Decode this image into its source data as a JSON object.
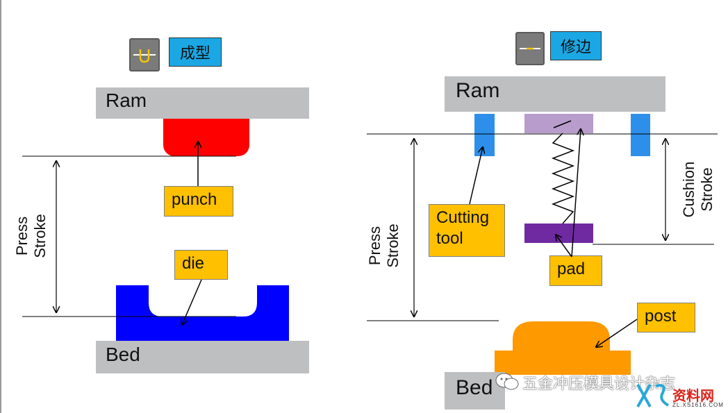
{
  "left": {
    "tag": "成型",
    "ram": "Ram",
    "bed": "Bed",
    "punch": "punch",
    "die": "die",
    "stroke_line1": "Press",
    "stroke_line2": "Stroke"
  },
  "right": {
    "tag": "修边",
    "ram": "Ram",
    "bed": "Bed",
    "cutting_line1": "Cutting",
    "cutting_line2": "tool",
    "pad": "pad",
    "post": "post",
    "stroke_line1": "Press",
    "stroke_line2": "Stroke",
    "cushion_line1": "Cushion",
    "cushion_line2": "Stroke"
  },
  "watermark": {
    "text": "五金冲压模具设计杂志",
    "site_logo": "资料网",
    "site_url": "ZL.XS1616.COM"
  },
  "colors": {
    "ram_bed": "#bdbfc1",
    "punch": "#ff0000",
    "die": "#0000ff",
    "cutting_tool": "#2e8fea",
    "pad_top": "#b89ccc",
    "pad_bottom": "#6f2aa1",
    "post": "#ff9900",
    "callout": "#ffc000",
    "tag": "#1ba7e4"
  }
}
